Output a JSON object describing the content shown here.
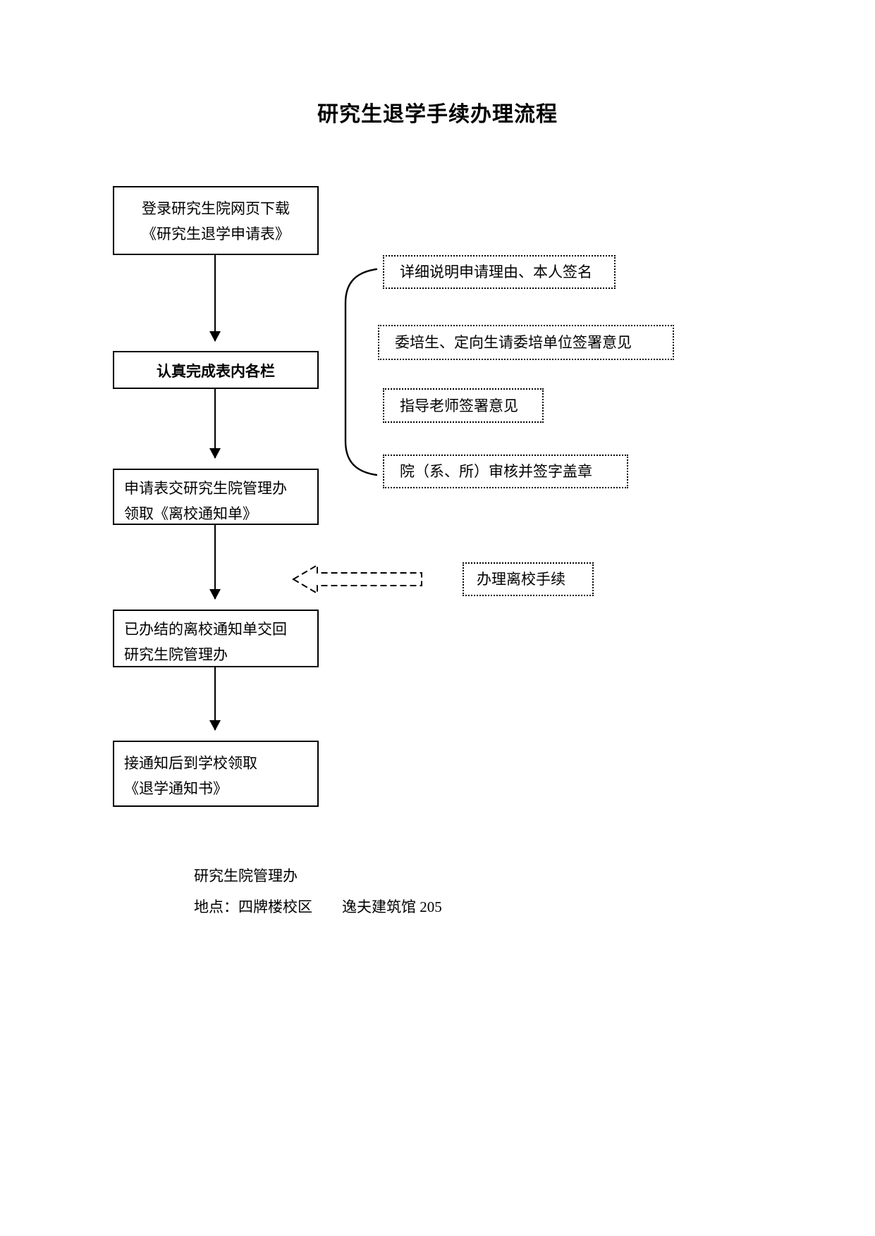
{
  "document": {
    "title": "研究生退学手续办理流程"
  },
  "flow": {
    "nodes": [
      {
        "id": "download",
        "lines": [
          "登录研究生院网页下载",
          "《研究生退学申请表》"
        ]
      },
      {
        "id": "fill",
        "lines": [
          "认真完成表内各栏"
        ]
      },
      {
        "id": "submit",
        "lines": [
          "申请表交研究生院管理办",
          "领取《离校通知单》"
        ]
      },
      {
        "id": "return",
        "lines": [
          "已办结的离校通知单交回",
          "研究生院管理办"
        ]
      },
      {
        "id": "notice",
        "lines": [
          "接通知后到学校领取",
          "《退学通知书》"
        ]
      }
    ]
  },
  "requirements": [
    {
      "id": "req-1",
      "label": "详细说明申请理由、本人签名"
    },
    {
      "id": "req-2",
      "label": "委培生、定向生请委培单位签署意见"
    },
    {
      "id": "req-3",
      "label": "指导老师签署意见"
    },
    {
      "id": "req-4",
      "label": "院（系、所）审核并签字盖章"
    }
  ],
  "side_note": {
    "label": "办理离校手续"
  },
  "footer": {
    "office": "研究生院管理办",
    "address": "地点：四牌楼校区　　逸夫建筑馆 205"
  },
  "colors": {
    "ink": "#000000",
    "paper": "#ffffff"
  }
}
